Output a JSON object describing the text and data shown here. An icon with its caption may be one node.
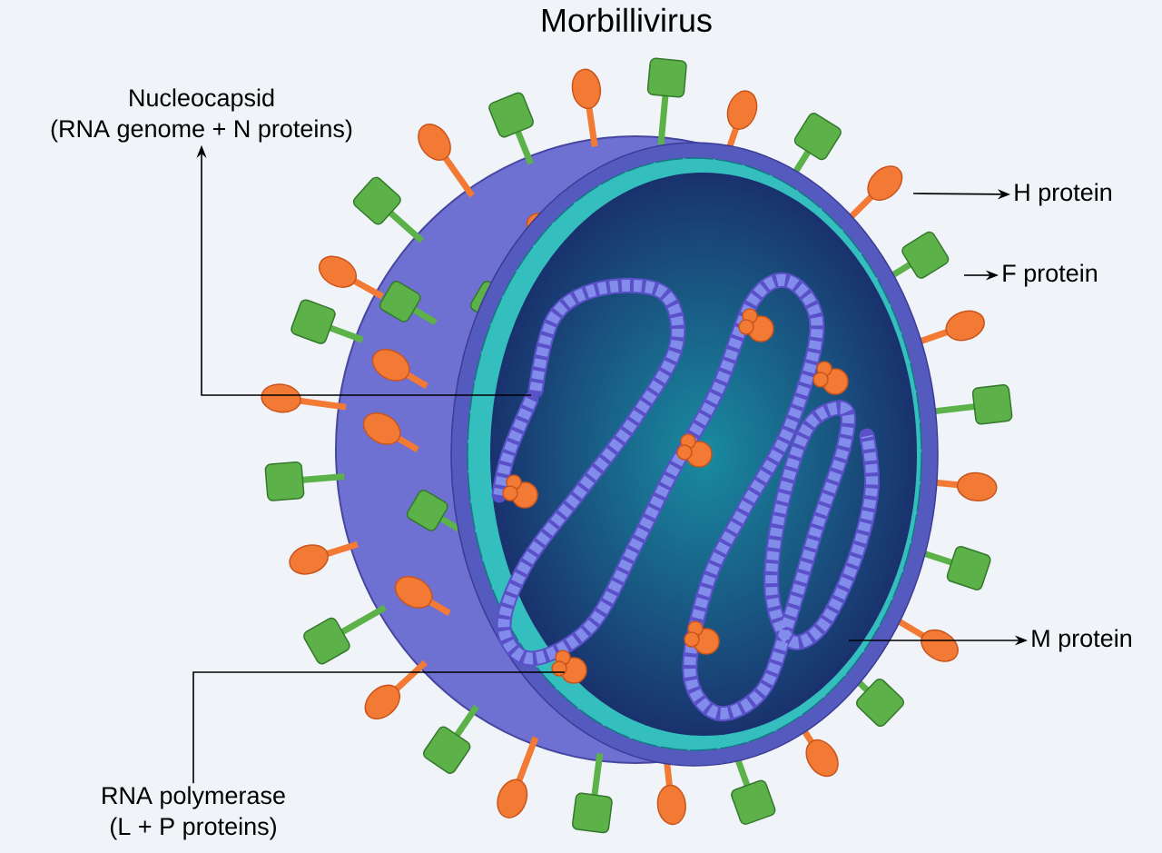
{
  "diagram": {
    "title": "Morbillivirus",
    "nodes": [
      {
        "text": [
          "Nucleocapsid",
          "(RNA genome + N proteins)"
        ]
      },
      {
        "text": [
          "H protein"
        ]
      },
      {
        "text": [
          "F protein"
        ]
      },
      {
        "text": [
          "M protein"
        ]
      },
      {
        "text": [
          "RNA polymerase",
          "(L + P proteins)"
        ]
      }
    ],
    "edges": [
      {
        "from": null,
        "to": 0,
        "arrow": "to"
      },
      {
        "from": null,
        "to": 1,
        "arrow": "to"
      },
      {
        "from": null,
        "to": 2,
        "arrow": "to"
      },
      {
        "from": null,
        "to": 3,
        "arrow": "to"
      },
      {
        "from": null,
        "to": 4,
        "arrow": "none"
      }
    ]
  }
}
